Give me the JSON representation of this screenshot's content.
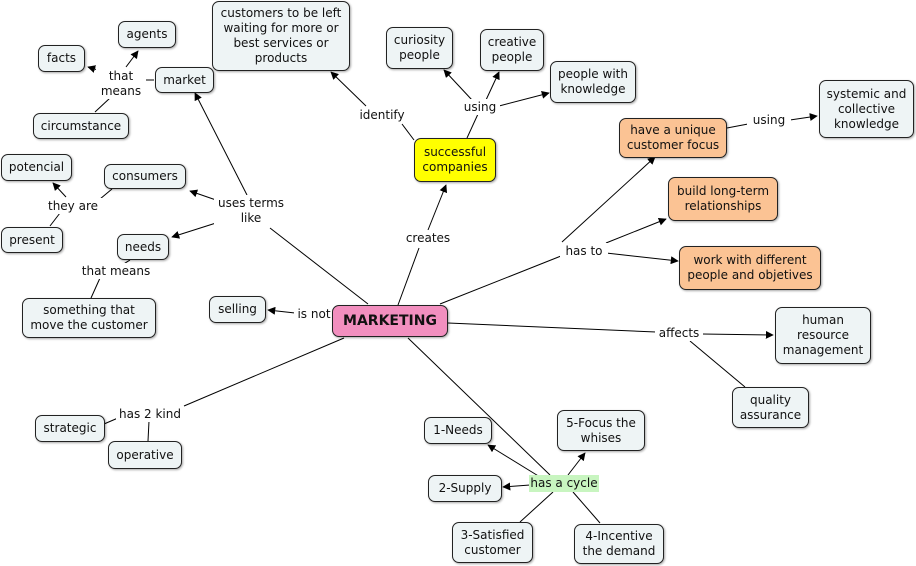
{
  "concepts": {
    "marketing": "MARKETING",
    "successful_companies": "successful companies",
    "customers_left_waiting": "customers to be left waiting for more or best services or products",
    "curiosity_people": "curiosity people",
    "creative_people": "creative people",
    "people_with_knowledge": "people with knowledge",
    "unique_customer_focus": "have a unique customer focus",
    "systemic_collective_knowledge": "systemic and collective knowledge",
    "long_term_relationships": "build long-term relationships",
    "different_people": "work with different people and objetives",
    "market": "market",
    "agents": "agents",
    "facts": "facts",
    "circumstance": "circumstance",
    "consumers": "consumers",
    "potencial": "potencial",
    "present": "present",
    "needs": "needs",
    "something_move_customer": "something that move the customer",
    "selling": "selling",
    "human_resource_management": "human resource management",
    "quality_assurance": "quality assurance",
    "strategic": "strategic",
    "operative": "operative",
    "cycle_needs": "1-Needs",
    "cycle_supply": "2-Supply",
    "cycle_satisfied": "3-Satisfied customer",
    "cycle_incentive": "4-Incentive the demand",
    "cycle_focus": "5-Focus the whises"
  },
  "linking_phrases": {
    "identify": "identify",
    "using_top": "using",
    "using_right": "using",
    "creates": "creates",
    "has_to": "has to",
    "that_means_top": "that means",
    "uses_terms_like": "uses terms like",
    "they_are": "they are",
    "that_means_bottom": "that means",
    "is_not": "is not",
    "affects": "affects",
    "has_2_kind": "has 2 kind",
    "has_a_cycle": "has a cycle"
  },
  "colors": {
    "center": "#f28fbf",
    "successful_companies": "#ffff00",
    "orange_concepts": "#fbc394",
    "default_concept": "#eef4f5",
    "cycle_label": "#c8f5c0"
  }
}
